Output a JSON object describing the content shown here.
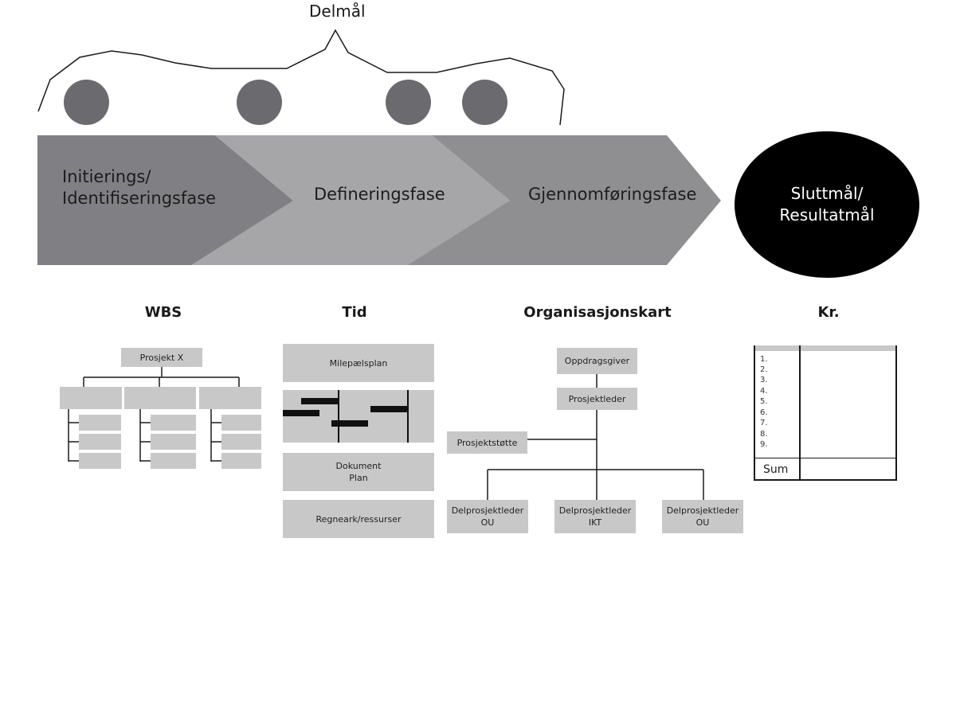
{
  "milestones": {
    "label": "Delmål",
    "count": 4
  },
  "phases": [
    {
      "label": "Initierings/\nIdentifiseringsfase",
      "color": "#808084"
    },
    {
      "label": "Defineringsfase",
      "color": "#a6a6a9"
    },
    {
      "label": "Gjennomføringsfase",
      "color": "#8f8f92"
    }
  ],
  "end_goal": {
    "label": "Sluttmål/\nResultatmål",
    "color": "#000000"
  },
  "sections": {
    "wbs": {
      "title": "WBS",
      "root": "Prosjekt X"
    },
    "tid": {
      "title": "Tid",
      "milestone_plan": "Milepælsplan",
      "document_plan": "Dokument\nPlan",
      "spreadsheet": "Regneark/ressurser"
    },
    "org": {
      "title": "Organisasjonskart",
      "client": "Oppdragsgiver",
      "project_lead": "Prosjektleder",
      "support": "Prosjektstøtte",
      "subleads": [
        "Delprosjektleder\nOU",
        "Delprosjektleder\nIKT",
        "Delprosjektleder\nOU"
      ]
    },
    "budget": {
      "title": "Kr.",
      "items": [
        "1.",
        "2.",
        "3.",
        "4.",
        "5.",
        "6.",
        "7.",
        "8.",
        "9."
      ],
      "sum_label": "Sum"
    }
  },
  "colors": {
    "milestone_dot": "#6b6b6f",
    "box_fill": "#c8c8c8",
    "line": "#1a1a1a"
  }
}
